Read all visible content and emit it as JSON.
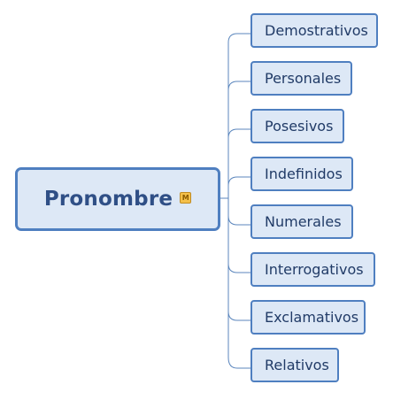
{
  "root": {
    "label": "Pronombre",
    "marker": "M",
    "icon": "map-marker-icon"
  },
  "children": [
    {
      "label": "Demostrativos"
    },
    {
      "label": "Personales"
    },
    {
      "label": "Posesivos"
    },
    {
      "label": "Indefinidos"
    },
    {
      "label": "Numerales"
    },
    {
      "label": "Interrogativos"
    },
    {
      "label": "Exclamativos"
    },
    {
      "label": "Relativos"
    }
  ],
  "colors": {
    "node_border": "#4f7fc0",
    "node_fill": "#dde8f6",
    "root_text": "#2f4f86",
    "child_text": "#213b67",
    "connector": "#5b86bd"
  }
}
